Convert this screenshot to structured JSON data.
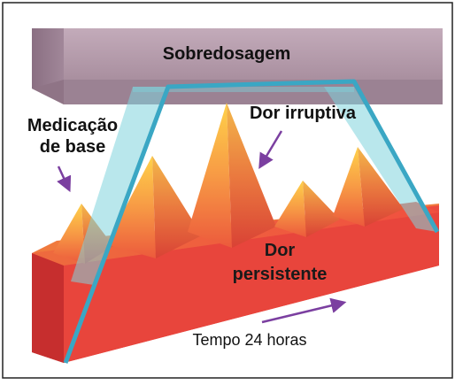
{
  "labels": {
    "overdose": "Sobredosagem",
    "base_medication_line1": "Medicação",
    "base_medication_line2": "de base",
    "breakthrough_pain": "Dor irruptiva",
    "persistent_pain_line1": "Dor",
    "persistent_pain_line2": "persistente",
    "time": "Tempo 24 horas"
  },
  "colors": {
    "overdose_block": "#b8a0b0",
    "base_block": "#e8453c",
    "medication_band": "#7fd3dc",
    "medication_outline": "#3aa7c4",
    "peaks": "#f2904a",
    "arrows": "#7b3fa0"
  }
}
